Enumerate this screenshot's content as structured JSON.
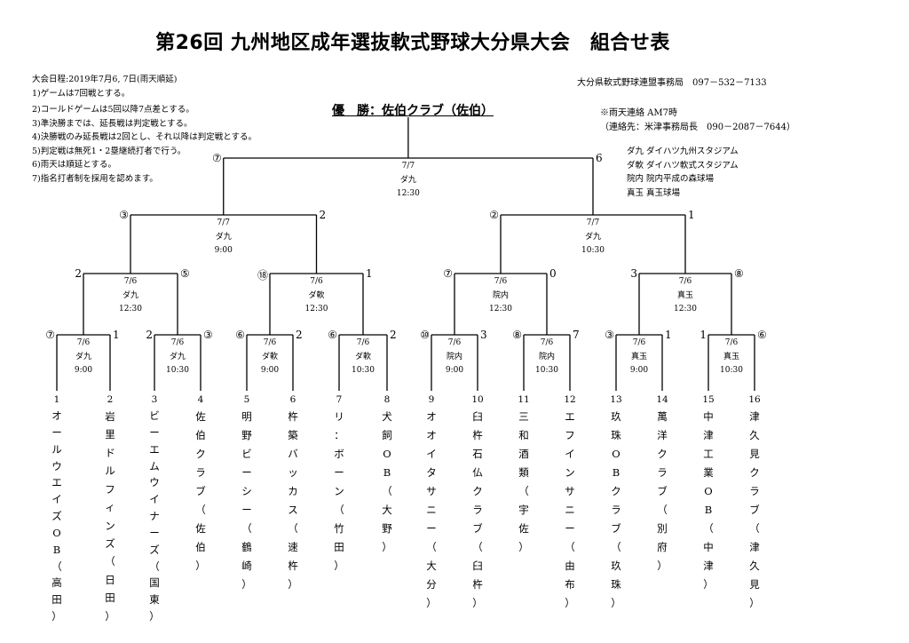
{
  "title": "第26回 九州地区成年選抜軟式野球大分県大会　組合せ表",
  "rules": [
    "大会日程:2019年7月6, 7日(雨天順延)",
    "1)ゲームは7回戦とする。",
    "2)コールドゲームは5回以降7点差とする。",
    "3)準決勝までは、延長戦は判定戦とする。",
    "4)決勝戦のみ延長戦は2回とし、それ以降は判定戦とする。",
    "5)判定戦は無死1・2塁継続打者で行う。",
    "6)雨天は順延とする。",
    "7)指名打者制を採用を認めます。"
  ],
  "contact": "大分県軟式野球連盟事務局　097－532－7133",
  "notice": [
    "※雨天連絡 AM7時",
    "（連絡先：米津事務局長　090－2087－7644）"
  ],
  "venues": [
    "ダ九  ダイハツ九州スタジアム",
    "ダ軟  ダイハツ軟式スタジアム",
    "院内  院内平成の森球場",
    "真玉  真玉球場"
  ],
  "champion": "優　勝：佐伯クラブ（佐伯）",
  "final": {
    "date": "7/7",
    "venue": "ダ九",
    "time": "12:30",
    "left_score": "⑦",
    "right_score": "6"
  },
  "semifinals": [
    {
      "date": "7/7",
      "venue": "ダ九",
      "time": "9:00",
      "left_score": "③",
      "right_score": "2"
    },
    {
      "date": "7/7",
      "venue": "ダ九",
      "time": "10:30",
      "left_score": "②",
      "right_score": "1"
    }
  ],
  "quarterfinals": [
    {
      "date": "7/6",
      "venue": "ダ九",
      "time": "12:30",
      "left_score": "2",
      "right_score": "⑤"
    },
    {
      "date": "7/6",
      "venue": "ダ軟",
      "time": "12:30",
      "left_score": "⑱",
      "right_score": "1"
    },
    {
      "date": "7/6",
      "venue": "院内",
      "time": "12:30",
      "left_score": "⑦",
      "right_score": "0"
    },
    {
      "date": "7/6",
      "venue": "真玉",
      "time": "12:30",
      "left_score": "3",
      "right_score": "⑧"
    }
  ],
  "first_round": [
    {
      "date": "7/6",
      "venue": "ダ九",
      "time": "9:00",
      "left_score": "⑦",
      "right_score": "1"
    },
    {
      "date": "7/6",
      "venue": "ダ九",
      "time": "10:30",
      "left_score": "2",
      "right_score": "③"
    },
    {
      "date": "7/6",
      "venue": "ダ軟",
      "time": "9:00",
      "left_score": "⑥",
      "right_score": "2"
    },
    {
      "date": "7/6",
      "venue": "ダ軟",
      "time": "10:30",
      "left_score": "⑥",
      "right_score": "2"
    },
    {
      "date": "7/6",
      "venue": "院内",
      "time": "9:00",
      "left_score": "⑩",
      "right_score": "3"
    },
    {
      "date": "7/6",
      "venue": "院内",
      "time": "10:30",
      "left_score": "⑧",
      "right_score": "7"
    },
    {
      "date": "7/6",
      "venue": "真玉",
      "time": "9:00",
      "left_score": "③",
      "right_score": "1"
    },
    {
      "date": "7/6",
      "venue": "真玉",
      "time": "10:30",
      "left_score": "1",
      "right_score": "⑥"
    }
  ],
  "teams": [
    {
      "num": "1",
      "name": "オールウエイズOB",
      "area": "高田"
    },
    {
      "num": "2",
      "name": "岩里ドルフィンズ",
      "area": "日田"
    },
    {
      "num": "3",
      "name": "ビーエムウイナーズ",
      "area": "国東"
    },
    {
      "num": "4",
      "name": "佐伯クラブ",
      "area": "佐伯"
    },
    {
      "num": "5",
      "name": "明野ビーシー",
      "area": "鶴崎"
    },
    {
      "num": "6",
      "name": "杵築バッカス",
      "area": "速杵"
    },
    {
      "num": "7",
      "name": "リ：ボーン",
      "area": "竹田"
    },
    {
      "num": "8",
      "name": "犬飼OB",
      "area": "大野"
    },
    {
      "num": "9",
      "name": "オオイタサニー",
      "area": "大分"
    },
    {
      "num": "10",
      "name": "臼杵石仏クラブ",
      "area": "臼杵"
    },
    {
      "num": "11",
      "name": "三和酒類",
      "area": "宇佐"
    },
    {
      "num": "12",
      "name": "エフインサニー",
      "area": "由布"
    },
    {
      "num": "13",
      "name": "玖珠OBクラブ",
      "area": "玖珠"
    },
    {
      "num": "14",
      "name": "萬洋クラブ",
      "area": "別府"
    },
    {
      "num": "15",
      "name": "中津工業OB",
      "area": "中津"
    },
    {
      "num": "16",
      "name": "津久見クラブ",
      "area": "津久見"
    }
  ]
}
